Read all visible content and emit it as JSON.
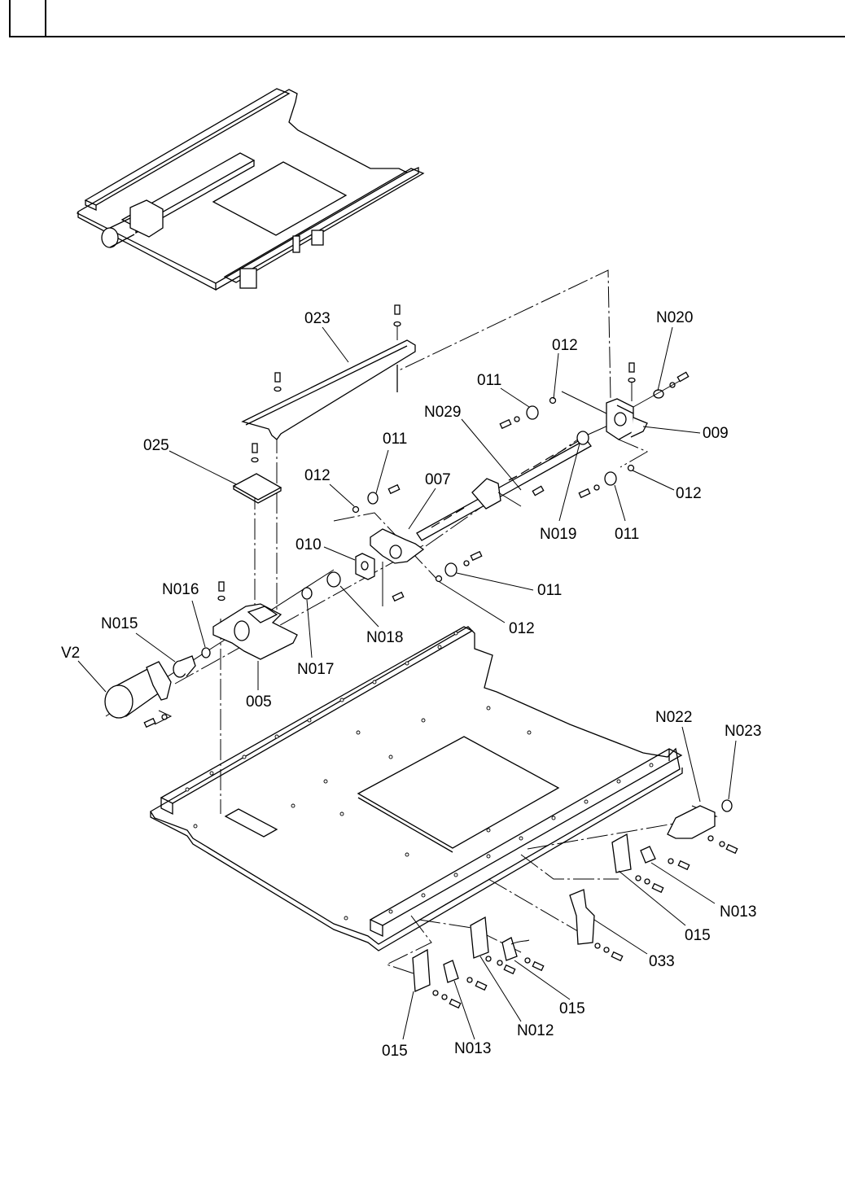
{
  "page": {
    "header_box_text": "",
    "header_title": ""
  },
  "diagram": {
    "title": "",
    "overview_caption": "",
    "callouts": [
      {
        "id": "c-023",
        "label": "023"
      },
      {
        "id": "c-n020",
        "label": "N020"
      },
      {
        "id": "c-012a",
        "label": "012"
      },
      {
        "id": "c-011a",
        "label": "011"
      },
      {
        "id": "c-009",
        "label": "009"
      },
      {
        "id": "c-n029",
        "label": "N029"
      },
      {
        "id": "c-025",
        "label": "025"
      },
      {
        "id": "c-011b",
        "label": "011"
      },
      {
        "id": "c-012b",
        "label": "012"
      },
      {
        "id": "c-007",
        "label": "007"
      },
      {
        "id": "c-012c",
        "label": "012"
      },
      {
        "id": "c-n019",
        "label": "N019"
      },
      {
        "id": "c-011c",
        "label": "011"
      },
      {
        "id": "c-010",
        "label": "010"
      },
      {
        "id": "c-n016",
        "label": "N016"
      },
      {
        "id": "c-011d",
        "label": "011"
      },
      {
        "id": "c-n015",
        "label": "N015"
      },
      {
        "id": "c-n018",
        "label": "N018"
      },
      {
        "id": "c-012d",
        "label": "012"
      },
      {
        "id": "c-v2",
        "label": "V2"
      },
      {
        "id": "c-n017",
        "label": "N017"
      },
      {
        "id": "c-005",
        "label": "005"
      },
      {
        "id": "c-n022",
        "label": "N022"
      },
      {
        "id": "c-n023",
        "label": "N023"
      },
      {
        "id": "c-n013a",
        "label": "N013"
      },
      {
        "id": "c-015a",
        "label": "015"
      },
      {
        "id": "c-033",
        "label": "033"
      },
      {
        "id": "c-015b",
        "label": "015"
      },
      {
        "id": "c-n012",
        "label": "N012"
      },
      {
        "id": "c-015c",
        "label": "015"
      },
      {
        "id": "c-n013b",
        "label": "N013"
      }
    ]
  }
}
